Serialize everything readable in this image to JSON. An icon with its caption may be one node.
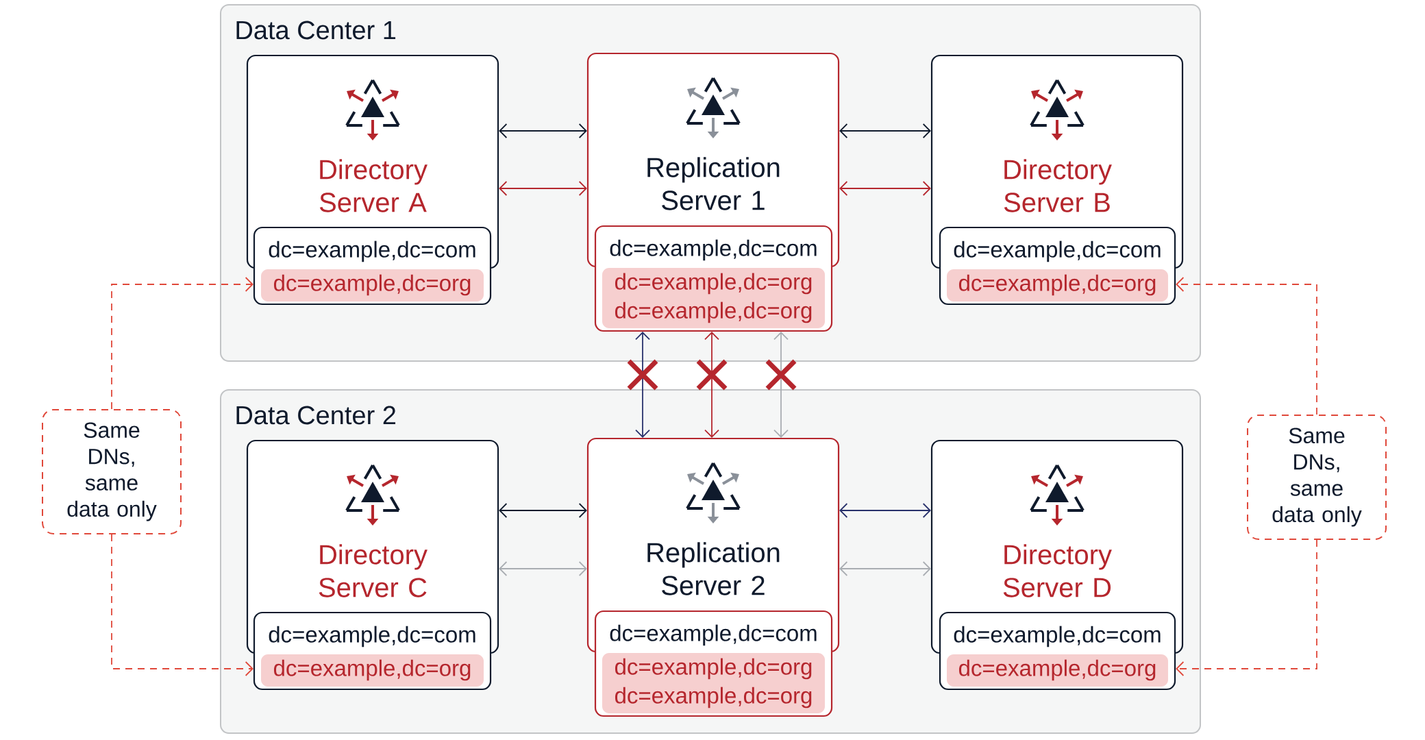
{
  "diagram": {
    "nodes": [
      {
        "text": [
          "Data Center 1"
        ]
      },
      {
        "text": [
          "Directory Server A"
        ],
        "in": 0
      },
      {
        "text": [
          "dc=example,dc=com",
          "dc=example,dc=org"
        ],
        "in": 0
      },
      {
        "text": [
          "Replication Server 1"
        ],
        "in": 0
      },
      {
        "text": [
          "dc=example,dc=com",
          "dc=example,dc=org",
          "dc=example,dc=org"
        ],
        "in": 0
      },
      {
        "text": [
          "Directory Server B"
        ],
        "in": 0
      },
      {
        "text": [
          "dc=example,dc=com",
          "dc=example,dc=org"
        ],
        "in": 0
      },
      {
        "text": [
          "Data Center 2"
        ]
      },
      {
        "text": [
          "Directory Server C"
        ],
        "in": 7
      },
      {
        "text": [
          "dc=example,dc=com",
          "dc=example,dc=org"
        ],
        "in": 7
      },
      {
        "text": [
          "Replication Server 2"
        ],
        "in": 7
      },
      {
        "text": [
          "dc=example,dc=com",
          "dc=example,dc=org",
          "dc=example,dc=org"
        ],
        "in": 7
      },
      {
        "text": [
          "Directory Server D"
        ],
        "in": 7
      },
      {
        "text": [
          "dc=example,dc=com",
          "dc=example,dc=org"
        ],
        "in": 7
      },
      {
        "text": [
          "Same DNs, same data only"
        ]
      },
      {
        "text": [
          "Same DNs, same data only"
        ]
      }
    ],
    "edges": [
      {
        "from": 1,
        "to": 3,
        "arrow": "both",
        "color": "#0f1a2c"
      },
      {
        "from": 1,
        "to": 3,
        "arrow": "both",
        "color": "#b5262d"
      },
      {
        "from": 3,
        "to": 5,
        "arrow": "both",
        "color": "#0f1a2c"
      },
      {
        "from": 3,
        "to": 5,
        "arrow": "both",
        "color": "#b5262d"
      },
      {
        "from": 4,
        "to": 10,
        "arrow": "both",
        "color": "#27306b"
      },
      {
        "from": 4,
        "to": 10,
        "arrow": "both",
        "color": "#b5262d"
      },
      {
        "from": 4,
        "to": 10,
        "arrow": "both",
        "color": "#a9adb2"
      },
      {
        "from": 8,
        "to": 10,
        "arrow": "both",
        "color": "#0f1a2c"
      },
      {
        "from": 8,
        "to": 10,
        "arrow": "both",
        "color": "#a9adb2"
      },
      {
        "from": 10,
        "to": 12,
        "arrow": "both",
        "color": "#27306b"
      },
      {
        "from": 10,
        "to": 12,
        "arrow": "both",
        "color": "#a9adb2"
      },
      {
        "from": 14,
        "to": 2,
        "arrow": "to",
        "style": "dashed",
        "color": "#e0483a"
      },
      {
        "from": 14,
        "to": 9,
        "arrow": "to",
        "style": "dashed",
        "color": "#e0483a"
      },
      {
        "from": 15,
        "to": 6,
        "arrow": "to",
        "style": "dashed",
        "color": "#e0483a"
      },
      {
        "from": 15,
        "to": 13,
        "arrow": "to",
        "style": "dashed",
        "color": "#e0483a"
      }
    ]
  }
}
